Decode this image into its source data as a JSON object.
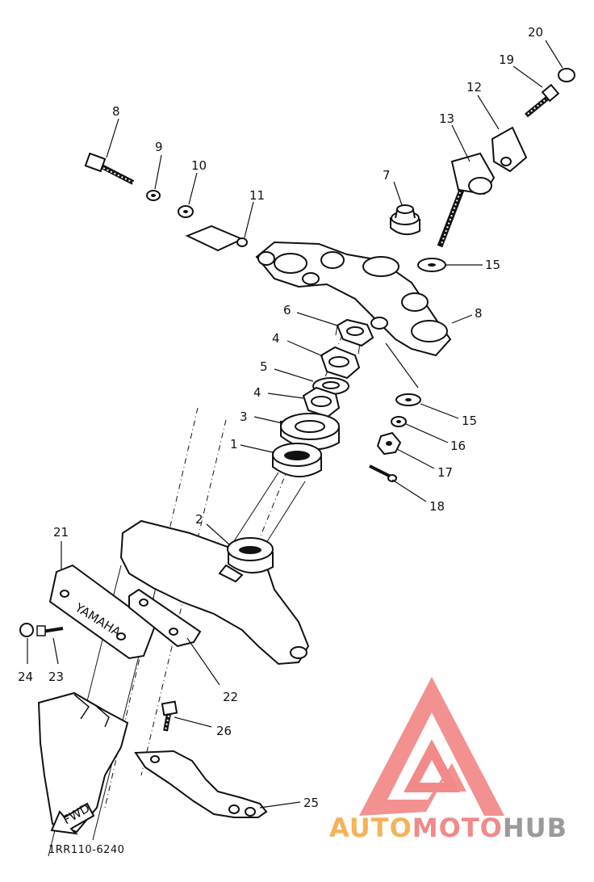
{
  "diagram_code": "1RR110-6240",
  "callouts": [
    "1",
    "2",
    "3",
    "4",
    "4",
    "5",
    "6",
    "7",
    "8",
    "9",
    "10",
    "11",
    "12",
    "13",
    "14",
    "15",
    "15",
    "16",
    "17",
    "18",
    "19",
    "20",
    "21",
    "22",
    "23",
    "24",
    "25",
    "26"
  ],
  "stamps": {
    "yamaha": "YAMAHA",
    "fwd": "FWD"
  },
  "watermark": {
    "part1": "AUTO",
    "part2": "MOTO",
    "part3": "HUB",
    "color_auto": "#f5b25a",
    "color_moto": "#f08a8a",
    "color_hub": "#9a9a9a",
    "logo_color": "#f28a8a"
  }
}
